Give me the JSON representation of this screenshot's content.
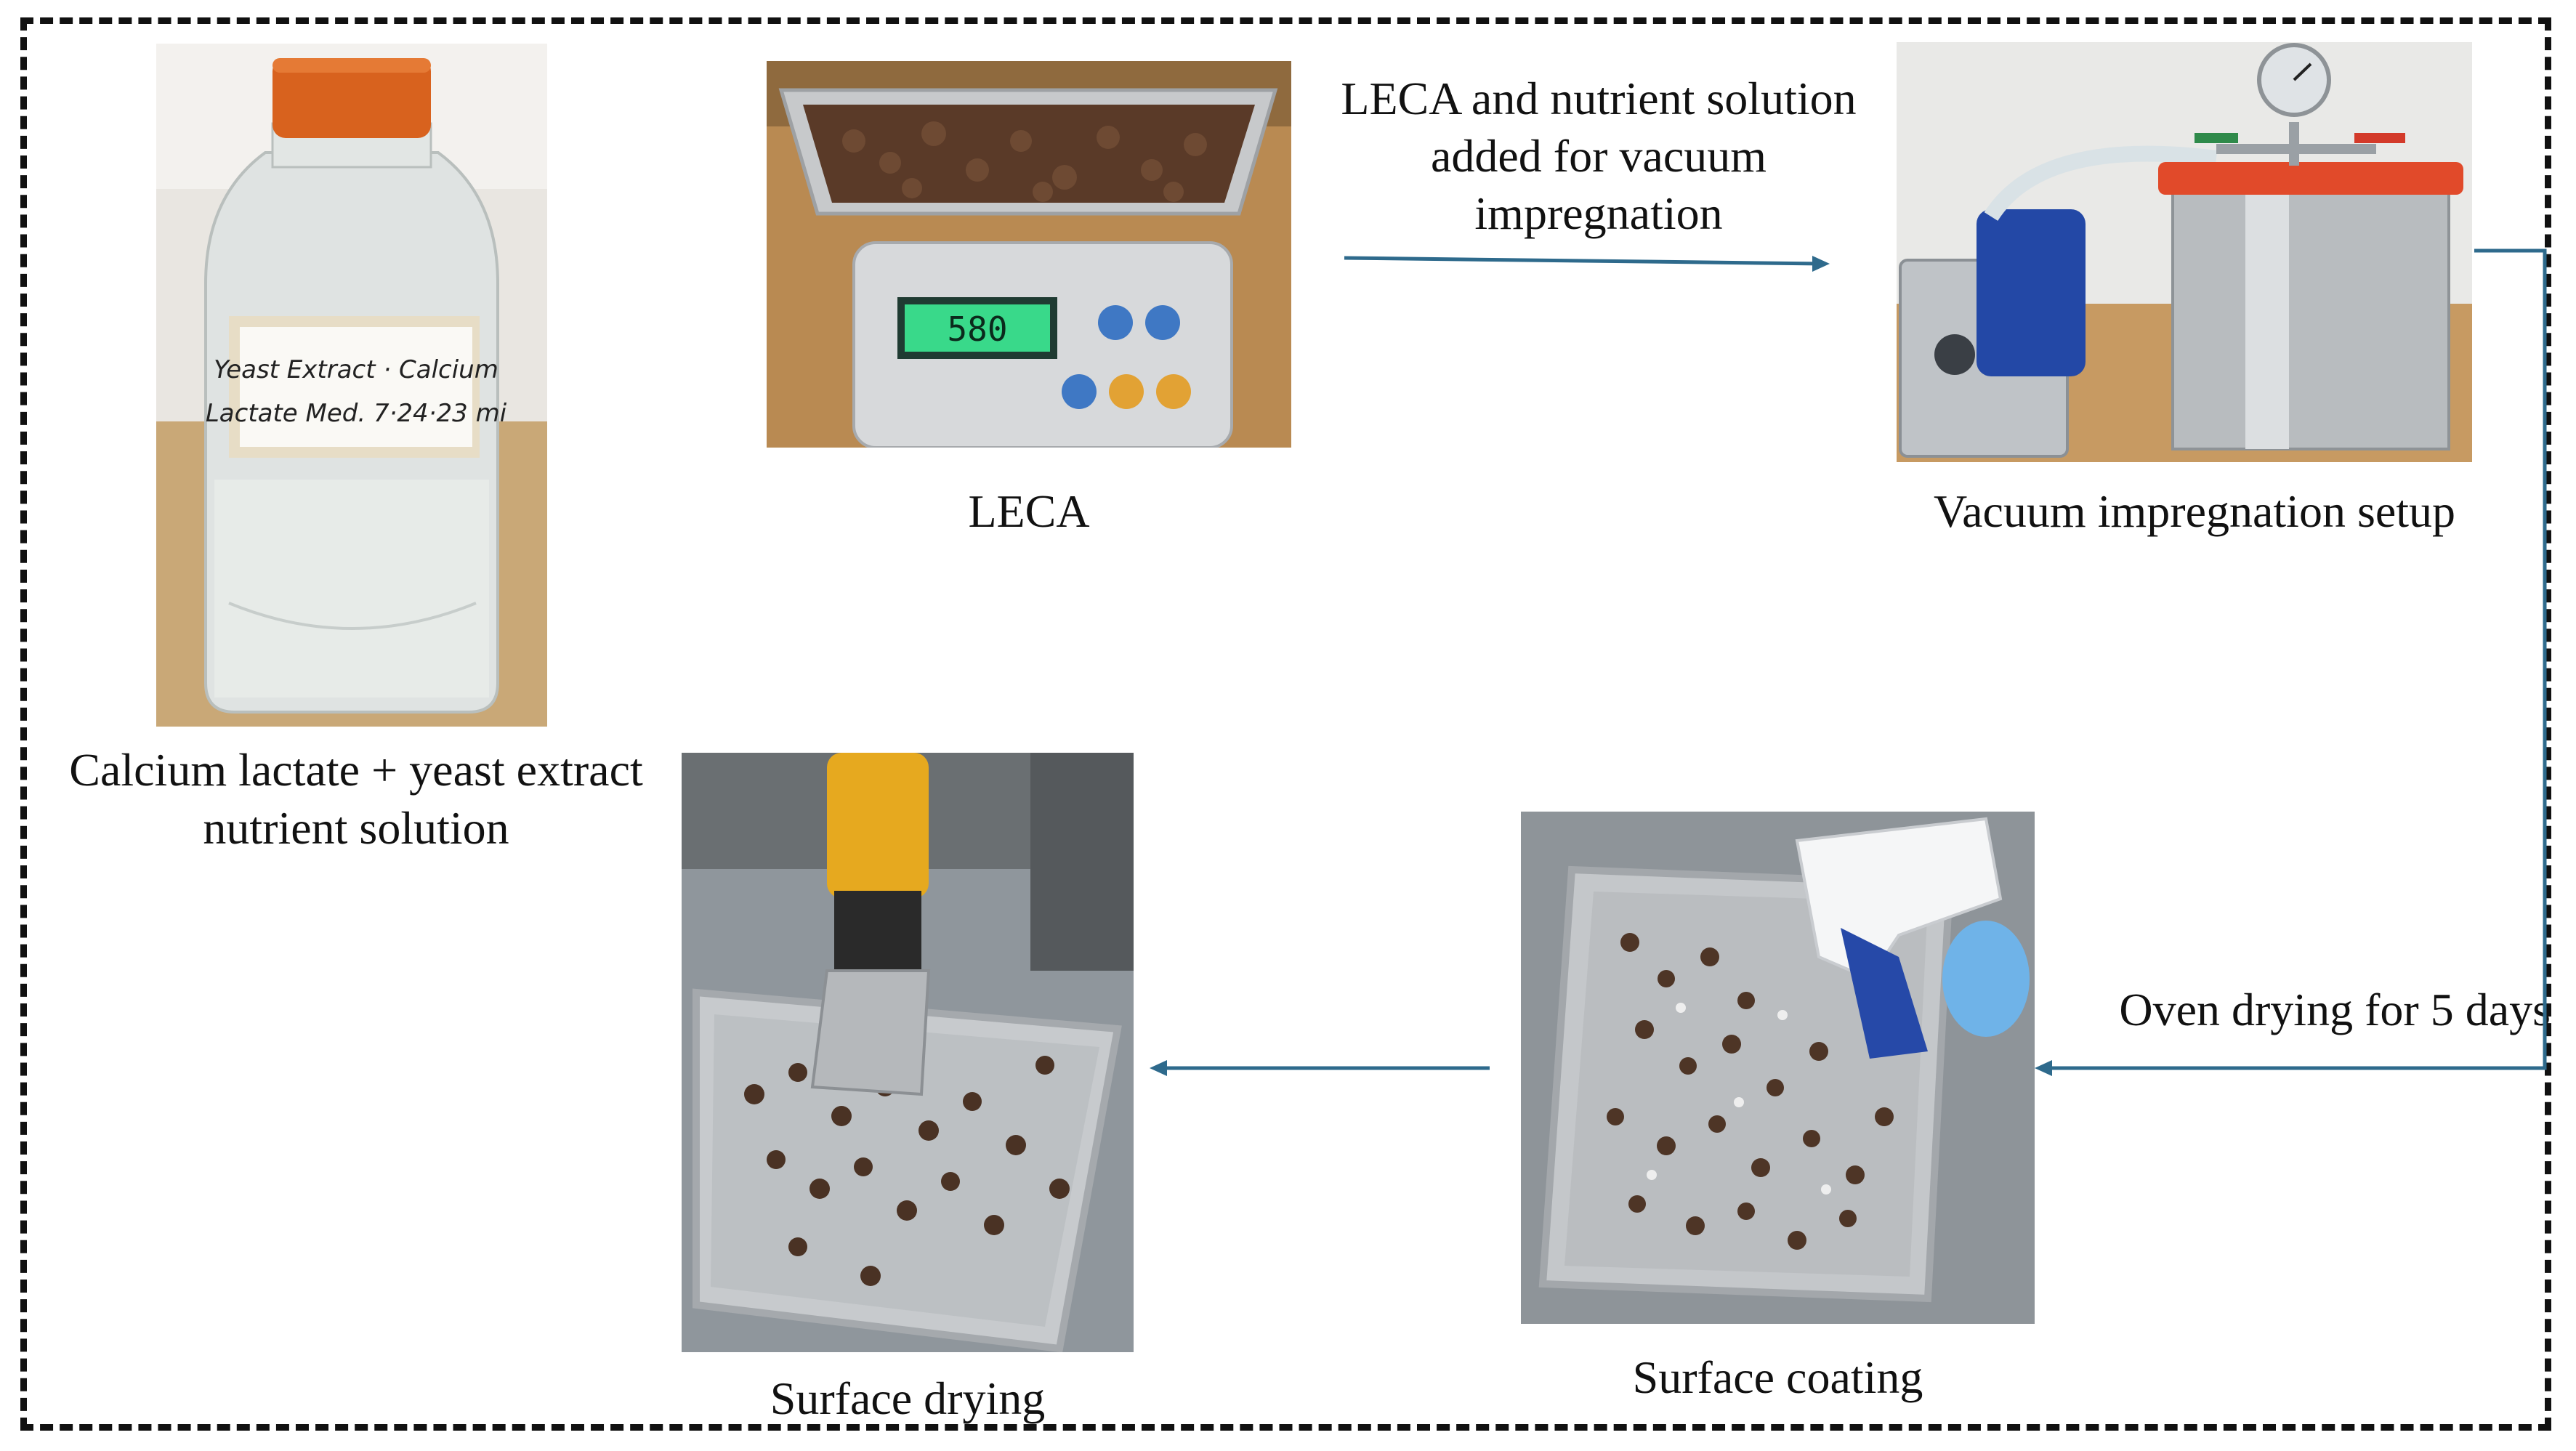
{
  "steps": {
    "nutrient_solution": {
      "caption_line1": "Calcium lactate + yeast extract",
      "caption_line2": "nutrient solution",
      "bottle_label_line1": "Yeast Extract · Calcium",
      "bottle_label_line2": "Lactate Med. 7·24·23 mi"
    },
    "leca": {
      "caption": "LECA",
      "scale_readout": "580"
    },
    "vacuum": {
      "caption": "Vacuum impregnation setup"
    },
    "surface_coating": {
      "caption": "Surface coating"
    },
    "surface_drying": {
      "caption": "Surface drying"
    }
  },
  "arrows": {
    "leca_to_vacuum": {
      "label_line1": "LECA and nutrient solution",
      "label_line2": "added for vacuum",
      "label_line3": "impregnation"
    },
    "vacuum_to_coating": {
      "label": "Oven drying for 5 days"
    },
    "coating_to_drying": {
      "label": ""
    }
  },
  "colors": {
    "arrow": "#2e6a8c",
    "frame": "#111111"
  }
}
